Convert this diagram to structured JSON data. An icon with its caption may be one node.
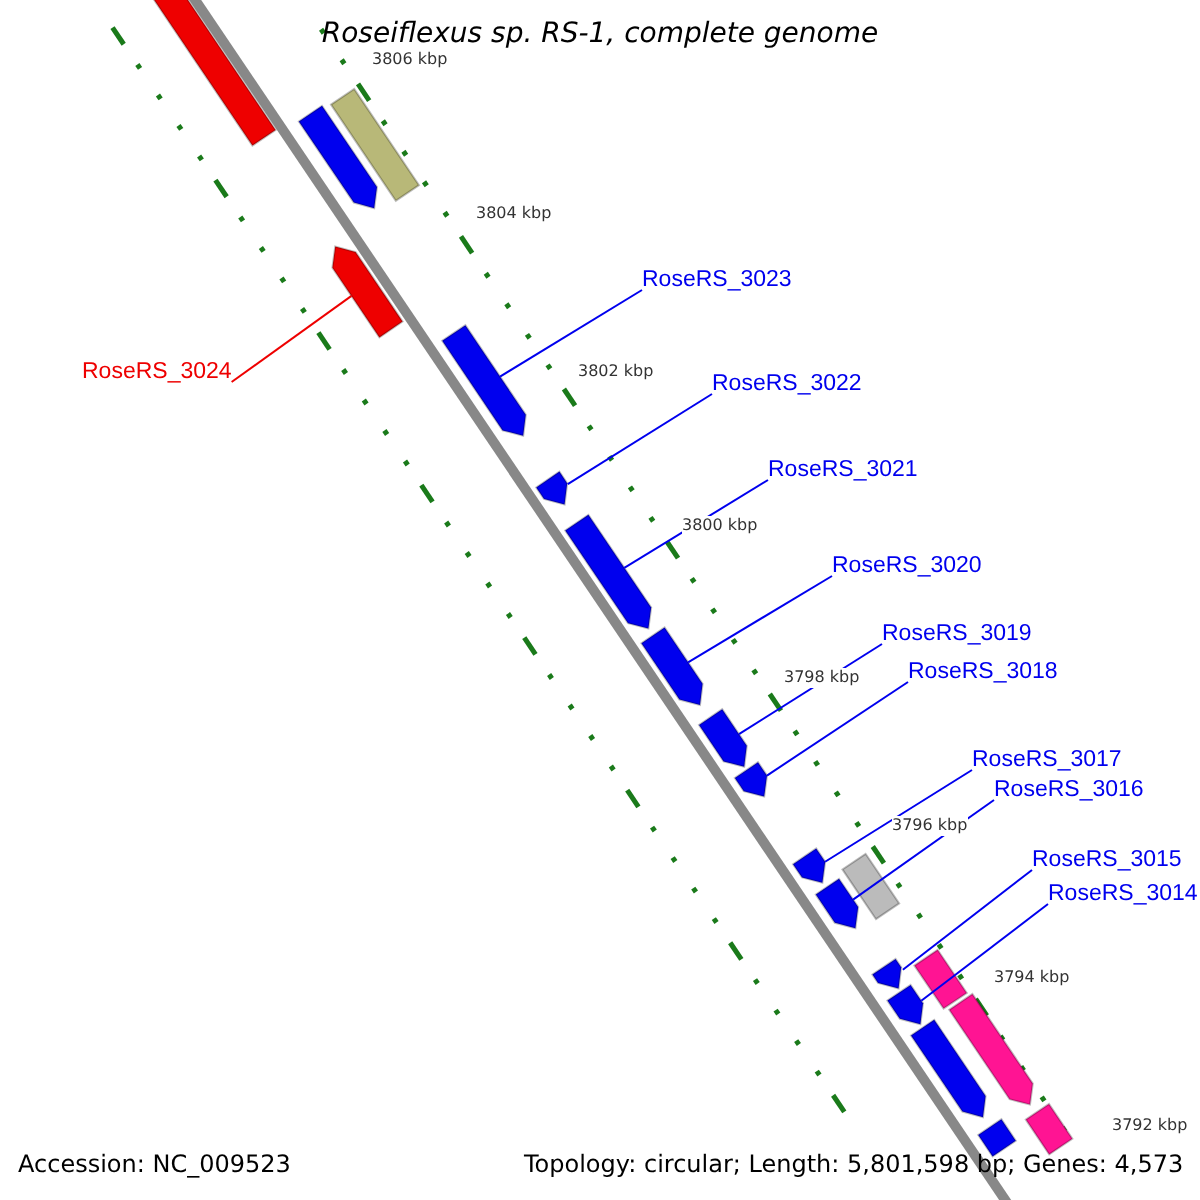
{
  "diagram": {
    "title": "Roseiflexus sp. RS-1, complete genome",
    "nodes": [
      {
        "text": [
          "RoseRS_3023"
        ]
      },
      {
        "text": [
          "RoseRS_3024"
        ]
      },
      {
        "text": [
          "RoseRS_3022"
        ]
      },
      {
        "text": [
          "RoseRS_3021"
        ]
      },
      {
        "text": [
          "RoseRS_3020"
        ]
      },
      {
        "text": [
          "RoseRS_3019"
        ]
      },
      {
        "text": [
          "RoseRS_3018"
        ]
      },
      {
        "text": [
          "RoseRS_3017"
        ]
      },
      {
        "text": [
          "RoseRS_3016"
        ]
      },
      {
        "text": [
          "RoseRS_3015"
        ]
      },
      {
        "text": [
          "RoseRS_3014"
        ]
      },
      {
        "text": [],
        "shape": "bar"
      },
      {
        "text": [],
        "shape": "arrow"
      },
      {
        "text": [],
        "shape": "bar"
      },
      {
        "text": [],
        "shape": "arrow"
      },
      {
        "text": [],
        "shape": "arrow"
      },
      {
        "text": [],
        "shape": "arrow"
      },
      {
        "text": [],
        "shape": "arrow"
      },
      {
        "text": [],
        "shape": "arrow"
      },
      {
        "text": [],
        "shape": "arrow"
      },
      {
        "text": [],
        "shape": "arrow"
      },
      {
        "text": [],
        "shape": "arrow"
      },
      {
        "text": [],
        "shape": "bar"
      },
      {
        "text": [],
        "shape": "arrow"
      },
      {
        "text": [],
        "shape": "arrow"
      },
      {
        "text": [],
        "shape": "bar"
      },
      {
        "text": [],
        "shape": "arrow"
      },
      {
        "text": [],
        "shape": "arrow"
      },
      {
        "text": [],
        "shape": "arrow"
      },
      {
        "text": [],
        "shape": "bar"
      },
      {
        "text": [],
        "shape": "bar"
      }
    ],
    "edges": [
      {
        "from": 0,
        "to": 15,
        "arrow": "none"
      },
      {
        "from": 1,
        "to": 14,
        "arrow": "none",
        "color": "#ee0000"
      },
      {
        "from": 2,
        "to": 16,
        "arrow": "none"
      },
      {
        "from": 3,
        "to": 17,
        "arrow": "none"
      },
      {
        "from": 4,
        "to": 18,
        "arrow": "none"
      },
      {
        "from": 5,
        "to": 19,
        "arrow": "none"
      },
      {
        "from": 6,
        "to": 20,
        "arrow": "none"
      },
      {
        "from": 7,
        "to": 21,
        "arrow": "none"
      },
      {
        "from": 8,
        "to": 23,
        "arrow": "none"
      },
      {
        "from": 9,
        "to": 24,
        "arrow": "none"
      },
      {
        "from": 10,
        "to": 26,
        "arrow": "none"
      }
    ],
    "labels": [
      "3806 kbp",
      "3804 kbp",
      "3802 kbp",
      "3800 kbp",
      "3798 kbp",
      "3796 kbp",
      "3794 kbp",
      "3792 kbp",
      "Accession: NC_009523",
      "Topology: circular; Length: 5,801,598 bp; Genes: 4,573"
    ]
  }
}
